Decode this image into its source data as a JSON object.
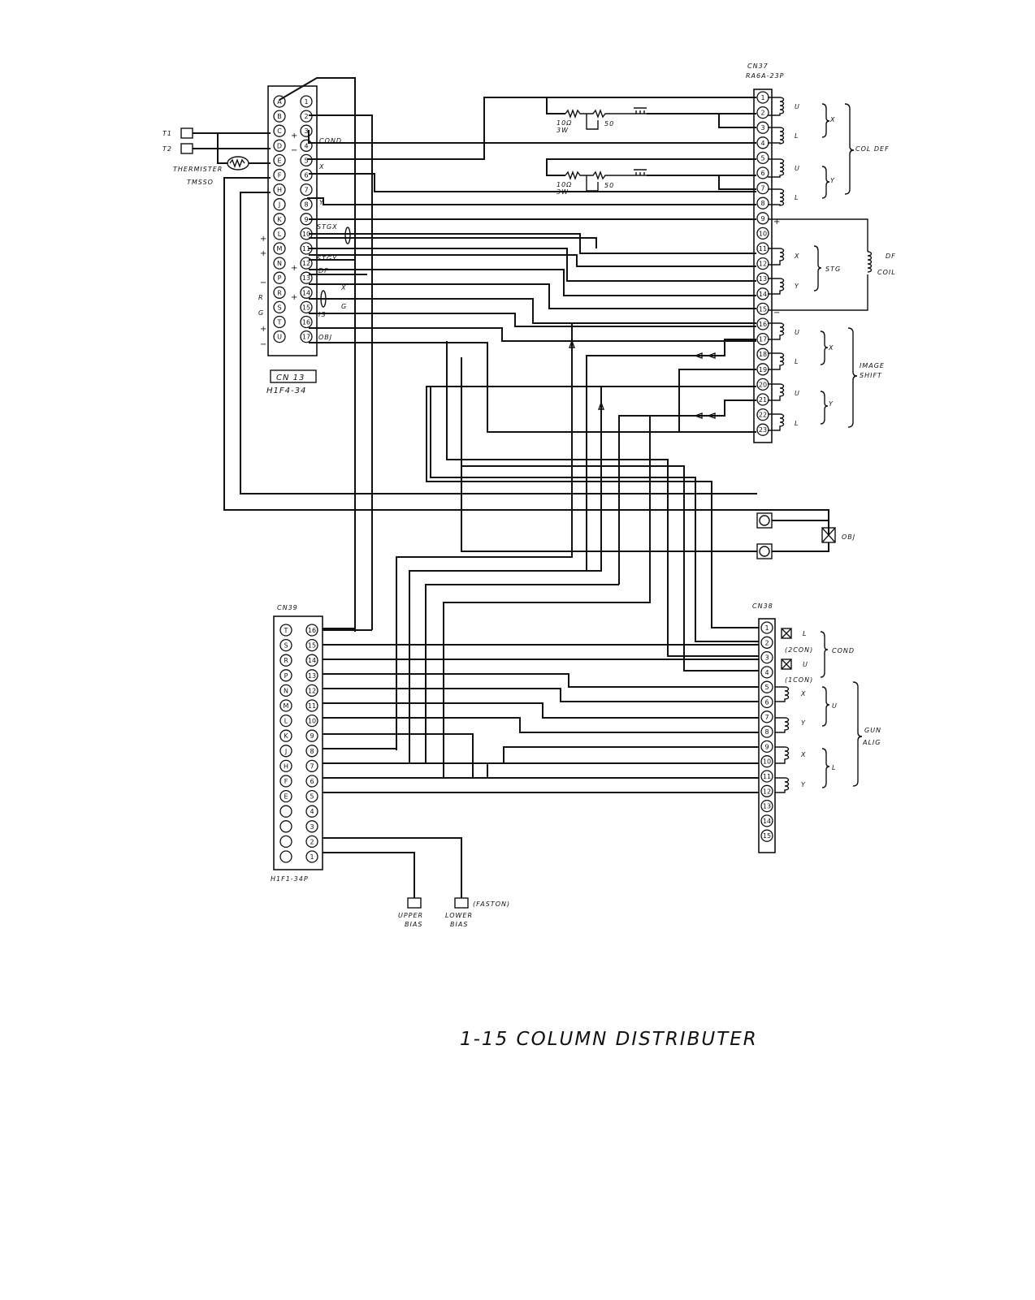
{
  "caption": "1-15 COLUMN DISTRIBUTER",
  "connectors": {
    "cn13": {
      "name": "CN 13",
      "part": "H1F4-34",
      "left_pins": [
        "A",
        "B",
        "C",
        "D",
        "E",
        "F",
        "H",
        "J",
        "K",
        "L",
        "M",
        "N",
        "P",
        "R",
        "S",
        "T",
        "U"
      ],
      "right_pins": [
        "1",
        "2",
        "3",
        "4",
        "5",
        "6",
        "7",
        "8",
        "9",
        "10",
        "11",
        "12",
        "13",
        "14",
        "15",
        "16",
        "17"
      ]
    },
    "cn37": {
      "name": "CN37",
      "part": "RA6A-23P",
      "pins": [
        "1",
        "2",
        "3",
        "4",
        "5",
        "6",
        "7",
        "8",
        "9",
        "10",
        "11",
        "12",
        "13",
        "14",
        "15",
        "16",
        "17",
        "18",
        "19",
        "20",
        "21",
        "22",
        "23"
      ]
    },
    "cn38": {
      "name": "CN38",
      "pins": [
        "1",
        "2",
        "3",
        "4",
        "5",
        "6",
        "7",
        "8",
        "9",
        "10",
        "11",
        "12",
        "13",
        "14",
        "15"
      ]
    },
    "cn39": {
      "name": "CN39",
      "part": "H1F1-34P",
      "left_pins": [
        "T",
        "S",
        "R",
        "P",
        "N",
        "M",
        "L",
        "K",
        "J",
        "H",
        "F",
        "E",
        "",
        "",
        "",
        ""
      ],
      "right_pins": [
        "16",
        "15",
        "14",
        "13",
        "12",
        "11",
        "10",
        "9",
        "8",
        "7",
        "6",
        "5",
        "4",
        "3",
        "2",
        "1"
      ]
    }
  },
  "labels": {
    "t1": "T1",
    "t2": "T2",
    "thermister": "THERMISTER",
    "tmsso": "TMSSO",
    "cond": "COND",
    "x": "X",
    "y": "Y",
    "stgx": "STGX",
    "stgy": "STGY",
    "df": "DF",
    "is": "IS",
    "obj": "OBJ",
    "r": "R",
    "g": "G",
    "plus": "+",
    "minus": "−",
    "resistor1": "10Ω",
    "watt1": "3W",
    "pot1": "50",
    "u": "U",
    "l": "L",
    "col_def": "COL DEF",
    "stg": "STG",
    "df_coil_1": "DF",
    "df_coil_2": "COIL",
    "image_shift_1": "IMAGE",
    "image_shift_2": "SHIFT",
    "cond_group": "COND",
    "two_con": "(2CON)",
    "one_con": "(1CON)",
    "gun_alig_1": "GUN",
    "gun_alig_2": "ALIG",
    "upper_bias_1": "UPPER",
    "upper_bias_2": "BIAS",
    "lower_bias_1": "LOWER",
    "lower_bias_2": "BIAS",
    "faston": "(FASTON)"
  }
}
